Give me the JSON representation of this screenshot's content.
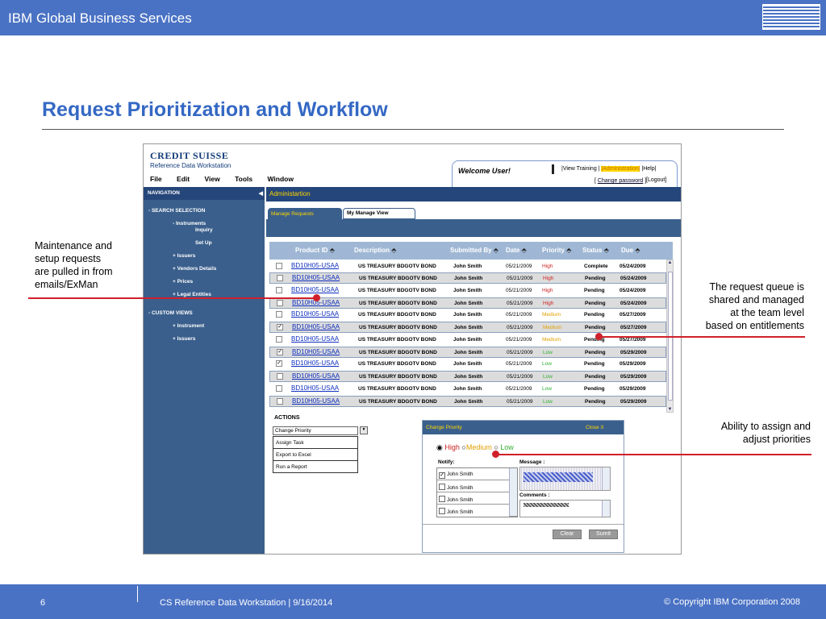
{
  "slide": {
    "header": "IBM Global Business Services",
    "title": "Request Prioritization and Workflow",
    "page": "6",
    "footer_text": "CS Reference Data Workstation  |  9/16/2014",
    "copyright": "© Copyright IBM Corporation 2008"
  },
  "notes": {
    "left": [
      "Maintenance and",
      "setup requests",
      "are pulled in from",
      "emails/ExMan"
    ],
    "right1": [
      "The request queue is",
      "shared and managed",
      "at the team level",
      "based on entitlements"
    ],
    "right2": [
      "Ability to assign and",
      "adjust priorities"
    ]
  },
  "app": {
    "logo": "CREDIT SUISSE",
    "subtitle": "Reference Data Workstation",
    "menu": [
      "File",
      "Edit",
      "View",
      "Tools",
      "Window"
    ],
    "welcome": "Welcome User!",
    "links": {
      "view_training": "|View Training |",
      "administration": "|Administration|",
      "help": "|Help|",
      "change_password": "Change password",
      "logout": "[Logout]"
    },
    "nav": {
      "header": "NAVIGATION",
      "search": "-  SEARCH SELECTION",
      "instruments": "-  Instruments",
      "inquiry": "Inquiry",
      "setup": "Set Up",
      "issuers": "+  Issuers",
      "vendors": "+  Vendors Details",
      "prices": "+  Prices",
      "legal": "+  Legal Entities",
      "custom": "-  CUSTOM VIEWS",
      "instrument": "+ Instrument",
      "issuers2": "+ Issuers"
    },
    "admin": "Administartion",
    "tabs": {
      "manage": "Manage Requests",
      "my": "My Manage View"
    },
    "columns": [
      "Product ID",
      "Description",
      "Submitted By",
      "Date",
      "Priority",
      "Status",
      "Due"
    ],
    "rows": [
      {
        "pid": "BD10H05-USAA",
        "desc": "US TREASURY BDGOTV BOND",
        "by": "John Smith",
        "date": "05/21/2009",
        "pri": "High",
        "pcol": "#d02020",
        "status": "Complete",
        "due": "05/24/2009",
        "checked": false
      },
      {
        "pid": "BD10H05-USAA",
        "desc": "US TREASURY BDGOTV BOND",
        "by": "John Smith",
        "date": "05/21/2009",
        "pri": "High",
        "pcol": "#d02020",
        "status": "Pending",
        "due": "05/24/2009",
        "checked": false
      },
      {
        "pid": "BD10H05-USAA",
        "desc": "US TREASURY BDGOTV BOND",
        "by": "John Smith",
        "date": "05/21/2009",
        "pri": "High",
        "pcol": "#d02020",
        "status": "Pending",
        "due": "05/24/2009",
        "checked": false
      },
      {
        "pid": "BD10H05-USAA",
        "desc": "US TREASURY BDGOTV BOND",
        "by": "John Smith",
        "date": "05/21/2009",
        "pri": "High",
        "pcol": "#d02020",
        "status": "Pending",
        "due": "05/24/2009",
        "checked": false
      },
      {
        "pid": "BD10H05-USAA",
        "desc": "US TREASURY BDGOTV BOND",
        "by": "John Smith",
        "date": "05/21/2009",
        "pri": "Medium",
        "pcol": "#e0a000",
        "status": "Pending",
        "due": "05/27/2009",
        "checked": false
      },
      {
        "pid": "BD10H05-USAA",
        "desc": "US TREASURY BDGOTV BOND",
        "by": "John Smith",
        "date": "05/21/2009",
        "pri": "Medium",
        "pcol": "#e0a000",
        "status": "Pending",
        "due": "05/27/2009",
        "checked": true
      },
      {
        "pid": "BD10H05-USAA",
        "desc": "US TREASURY BDGOTV BOND",
        "by": "John Smith",
        "date": "05/21/2009",
        "pri": "Medium",
        "pcol": "#e0a000",
        "status": "Pending",
        "due": "05/27/2009",
        "checked": false
      },
      {
        "pid": "BD10H05-USAA",
        "desc": "US TREASURY BDGOTV BOND",
        "by": "John Smith",
        "date": "05/21/2009",
        "pri": "Low",
        "pcol": "#30b030",
        "status": "Pending",
        "due": "05/29/2009",
        "checked": true
      },
      {
        "pid": "BD10H05-USAA",
        "desc": "US TREASURY BDGOTV BOND",
        "by": "John Smith",
        "date": "05/21/2009",
        "pri": "Low",
        "pcol": "#30b030",
        "status": "Pending",
        "due": "05/29/2009",
        "checked": true
      },
      {
        "pid": "BD10H05-USAA",
        "desc": "US TREASURY BDGOTV BOND",
        "by": "John Smith",
        "date": "05/21/2009",
        "pri": "Low",
        "pcol": "#30b030",
        "status": "Pending",
        "due": "05/29/2009",
        "checked": false
      },
      {
        "pid": "BD10H05-USAA",
        "desc": "US TREASURY BDGOTV BOND",
        "by": "John Smith",
        "date": "05/21/2009",
        "pri": "Low",
        "pcol": "#30b030",
        "status": "Pending",
        "due": "05/29/2009",
        "checked": false
      },
      {
        "pid": "BD10H05-USAA",
        "desc": "US TREASURY BDGOTV BOND",
        "by": "John Smith",
        "date": "05/21/2009",
        "pri": "Low",
        "pcol": "#30b030",
        "status": "Pending",
        "due": "05/29/2009",
        "checked": false
      }
    ],
    "actions": {
      "label": "ACTIONS",
      "selected": "Change Priority",
      "items": [
        "Assign Task",
        "Export to Excel",
        "Run a Report"
      ]
    },
    "dialog": {
      "title": "Change Priority",
      "close": "Close X",
      "high": "High",
      "medium": "Medium",
      "low": "Low",
      "notify": "Notify:",
      "people": [
        "John Smith",
        "John Smith",
        "John Smith",
        "John Smith"
      ],
      "message": "Message :",
      "comments": "Comments :",
      "clear": "Clear",
      "submit": "Sumit"
    }
  }
}
